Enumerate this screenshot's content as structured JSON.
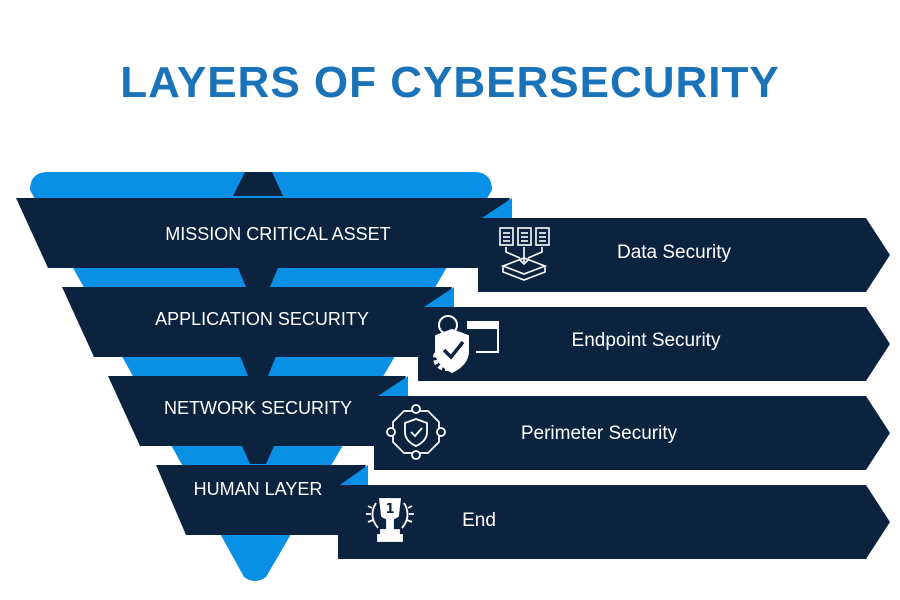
{
  "title": "LAYERS OF CYBERSECURITY",
  "colors": {
    "title": "#1a73b8",
    "navy": "#0c2340",
    "blue": "#0a8fe6",
    "icon": "#ffffff"
  },
  "layers": [
    {
      "label": "MISSION CRITICAL ASSET",
      "arrow_label": "Data Security",
      "icon": "documents-icon"
    },
    {
      "label": "APPLICATION SECURITY",
      "arrow_label": "Endpoint Security",
      "icon": "endpoint-shield-icon"
    },
    {
      "label": "NETWORK SECURITY",
      "arrow_label": "Perimeter Security",
      "icon": "perimeter-shield-icon"
    },
    {
      "label": "HUMAN LAYER",
      "arrow_label": "End",
      "icon": "trophy-icon"
    }
  ]
}
